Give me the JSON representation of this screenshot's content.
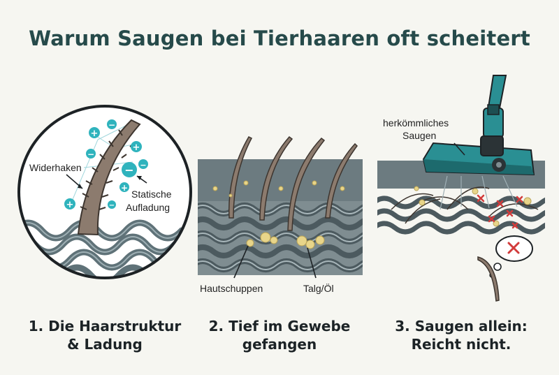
{
  "title": "Warum Saugen bei Tierhaaren oft scheitert",
  "panel1": {
    "label_barbs": "Widerhaken",
    "label_static_1": "Statische",
    "label_static_2": "Aufladung",
    "caption_1": "1. Die Haarstruktur",
    "caption_2": "& Ladung"
  },
  "panel2": {
    "label_dander": "Hautschuppen",
    "label_sebum": "Talg/Öl",
    "caption_1": "2. Tief im Gewebe",
    "caption_2": "gefangen"
  },
  "panel3": {
    "label_vacuum_1": "herkömmliches",
    "label_vacuum_2": "Saugen",
    "caption_1": "3. Saugen allein:",
    "caption_2": "Reicht nicht."
  },
  "colors": {
    "teal": "#2a8f93",
    "fiber": "#5f7278",
    "hair": "#8c7b6e",
    "dander": "#e8d58a",
    "cross": "#d23b3b"
  }
}
